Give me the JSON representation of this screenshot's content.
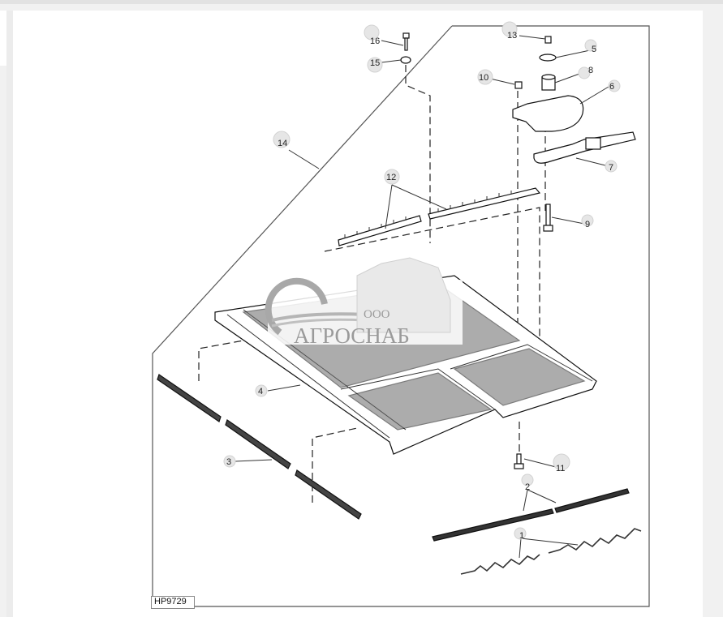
{
  "figure": {
    "id": "HP9729",
    "watermark": {
      "prefix": "ООО",
      "name": "АГРОСНАБ"
    },
    "callouts": [
      {
        "number": "1",
        "part": "wire-spring-pair"
      },
      {
        "number": "2",
        "part": "flat-strip-pair"
      },
      {
        "number": "3",
        "part": "coil-spring-strip"
      },
      {
        "number": "4",
        "part": "sieve-frame"
      },
      {
        "number": "5",
        "part": "washer"
      },
      {
        "number": "6",
        "part": "bracket-plate"
      },
      {
        "number": "7",
        "part": "adjusting-lever"
      },
      {
        "number": "8",
        "part": "spacer-bushing"
      },
      {
        "number": "9",
        "part": "bolt"
      },
      {
        "number": "10",
        "part": "nut"
      },
      {
        "number": "11",
        "part": "bolt"
      },
      {
        "number": "12",
        "part": "notched-strip-pair"
      },
      {
        "number": "13",
        "part": "nut"
      },
      {
        "number": "14",
        "part": "sieve-assembly"
      },
      {
        "number": "15",
        "part": "washer"
      },
      {
        "number": "16",
        "part": "bolt"
      }
    ]
  },
  "colors": {
    "background": "#f1f1f1",
    "panel": "#ffffff",
    "line": "#111111",
    "callout_bubble": "#e6e6e6",
    "watermark": "#9a9a9a"
  }
}
